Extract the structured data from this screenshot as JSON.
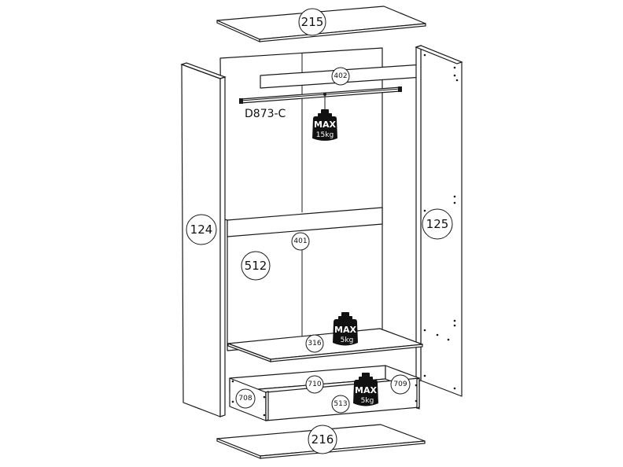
{
  "parts": {
    "top_panel": "215",
    "bottom_panel": "216",
    "left_side": "124",
    "right_side": "125",
    "back_panel": "512",
    "top_rail": "402",
    "middle_rail": "401",
    "shelf": "316",
    "drawer_front_back": "710",
    "drawer_left": "708",
    "drawer_right": "709",
    "drawer_bottom": "513"
  },
  "hanging_rail_label": "D873-C",
  "load_limits": {
    "rail": {
      "title": "MAX",
      "value": "15kg"
    },
    "shelf": {
      "title": "MAX",
      "value": "5kg"
    },
    "drawer": {
      "title": "MAX",
      "value": "5kg"
    }
  }
}
